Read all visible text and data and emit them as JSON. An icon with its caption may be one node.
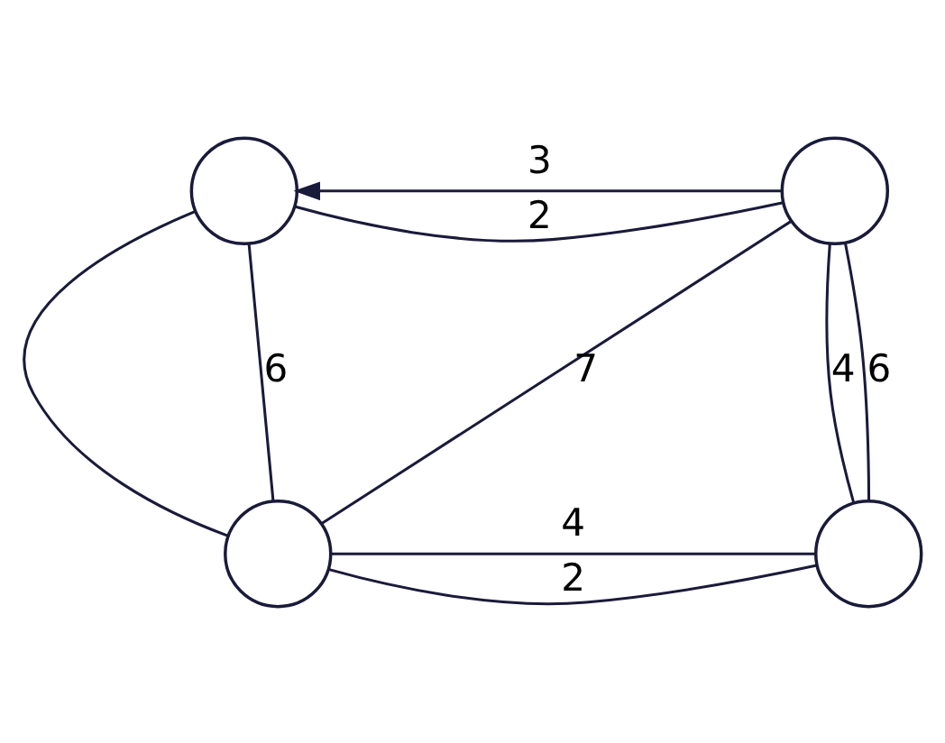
{
  "diagram": {
    "nodes": [
      {
        "text": [],
        "shape": "circle"
      },
      {
        "text": [],
        "shape": "circle"
      },
      {
        "text": [],
        "shape": "circle"
      },
      {
        "text": [],
        "shape": "circle"
      }
    ],
    "edges": [
      {
        "from": 1,
        "to": 0,
        "arrow": "to",
        "label": "3"
      },
      {
        "from": 0,
        "to": 1,
        "arrow": "none",
        "label": "2"
      },
      {
        "from": 0,
        "to": 2,
        "arrow": "none"
      },
      {
        "from": 0,
        "to": 2,
        "arrow": "none",
        "label": "6"
      },
      {
        "from": 2,
        "to": 1,
        "arrow": "none",
        "label": "7"
      },
      {
        "from": 1,
        "to": 3,
        "arrow": "none",
        "label": "4"
      },
      {
        "from": 1,
        "to": 3,
        "arrow": "none",
        "label": "6"
      },
      {
        "from": 2,
        "to": 3,
        "arrow": "none",
        "label": "4"
      },
      {
        "from": 2,
        "to": 3,
        "arrow": "none",
        "label": "2"
      }
    ]
  }
}
